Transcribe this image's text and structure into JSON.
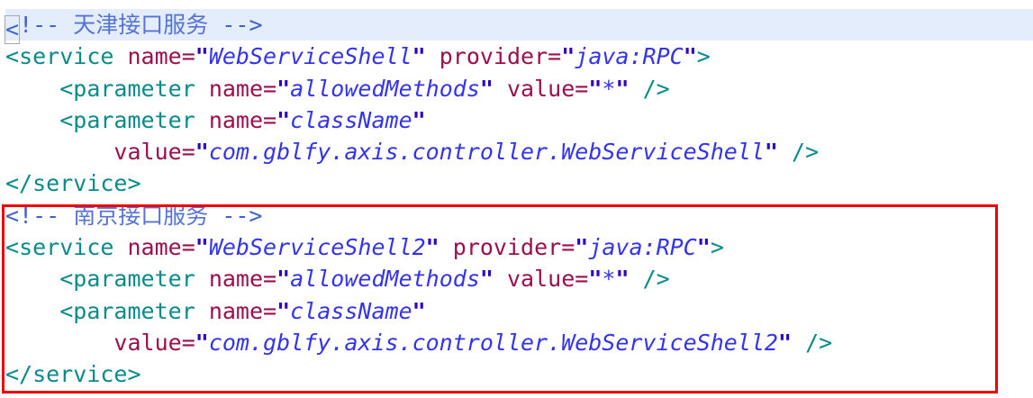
{
  "editor": {
    "language": "xml",
    "highlight_color": "#e4edfb",
    "annotation_color": "#ee0000",
    "colors": {
      "comment": "#3f5fd0",
      "tag": "#0a8a8a",
      "attribute": "#9b0f4f",
      "quote": "#2b00c8",
      "value": "#3333ee",
      "line_highlight": "#e4edfb",
      "annotation_border": "#ee0000",
      "bracket_match_border": "#a8a8a8"
    },
    "lines": [
      {
        "n": 1,
        "highlighted": true,
        "in_annotation": false,
        "text": "<!-- 天津接口服务 -->",
        "tokens": [
          {
            "t": "bracket",
            "v": "<"
          },
          {
            "t": "comment",
            "v": "!-- "
          },
          {
            "t": "comment-cn",
            "v": "天津接口服务"
          },
          {
            "t": "comment",
            "v": " -->"
          }
        ]
      },
      {
        "n": 2,
        "highlighted": false,
        "in_annotation": false,
        "text": "<service name=\"WebServiceShell\" provider=\"java:RPC\">",
        "tokens": [
          {
            "t": "punct",
            "v": "<"
          },
          {
            "t": "tag",
            "v": "service"
          },
          {
            "t": "plain",
            "v": " "
          },
          {
            "t": "attr",
            "v": "name"
          },
          {
            "t": "eq",
            "v": "="
          },
          {
            "t": "quote",
            "v": "\""
          },
          {
            "t": "value",
            "v": "WebServiceShell"
          },
          {
            "t": "quote",
            "v": "\""
          },
          {
            "t": "plain",
            "v": " "
          },
          {
            "t": "attr",
            "v": "provider"
          },
          {
            "t": "eq",
            "v": "="
          },
          {
            "t": "quote",
            "v": "\""
          },
          {
            "t": "value",
            "v": "java:RPC"
          },
          {
            "t": "quote",
            "v": "\""
          },
          {
            "t": "punct",
            "v": ">"
          }
        ]
      },
      {
        "n": 3,
        "highlighted": false,
        "in_annotation": false,
        "text": "    <parameter name=\"allowedMethods\" value=\"*\" />",
        "tokens": [
          {
            "t": "plain",
            "v": "    "
          },
          {
            "t": "punct",
            "v": "<"
          },
          {
            "t": "tag",
            "v": "parameter"
          },
          {
            "t": "plain",
            "v": " "
          },
          {
            "t": "attr",
            "v": "name"
          },
          {
            "t": "eq",
            "v": "="
          },
          {
            "t": "quote",
            "v": "\""
          },
          {
            "t": "value",
            "v": "allowedMethods"
          },
          {
            "t": "quote",
            "v": "\""
          },
          {
            "t": "plain",
            "v": " "
          },
          {
            "t": "attr",
            "v": "value"
          },
          {
            "t": "eq",
            "v": "="
          },
          {
            "t": "quote",
            "v": "\""
          },
          {
            "t": "value",
            "v": "*"
          },
          {
            "t": "quote",
            "v": "\""
          },
          {
            "t": "plain",
            "v": " "
          },
          {
            "t": "punct",
            "v": "/>"
          }
        ]
      },
      {
        "n": 4,
        "highlighted": false,
        "in_annotation": false,
        "text": "    <parameter name=\"className\"",
        "tokens": [
          {
            "t": "plain",
            "v": "    "
          },
          {
            "t": "punct",
            "v": "<"
          },
          {
            "t": "tag",
            "v": "parameter"
          },
          {
            "t": "plain",
            "v": " "
          },
          {
            "t": "attr",
            "v": "name"
          },
          {
            "t": "eq",
            "v": "="
          },
          {
            "t": "quote",
            "v": "\""
          },
          {
            "t": "value",
            "v": "className"
          },
          {
            "t": "quote",
            "v": "\""
          }
        ]
      },
      {
        "n": 5,
        "highlighted": false,
        "in_annotation": false,
        "text": "        value=\"com.gblfy.axis.controller.WebServiceShell\" />",
        "tokens": [
          {
            "t": "plain",
            "v": "        "
          },
          {
            "t": "attr",
            "v": "value"
          },
          {
            "t": "eq",
            "v": "="
          },
          {
            "t": "quote",
            "v": "\""
          },
          {
            "t": "value",
            "v": "com.gblfy.axis.controller.WebServiceShell"
          },
          {
            "t": "quote",
            "v": "\""
          },
          {
            "t": "plain",
            "v": " "
          },
          {
            "t": "punct",
            "v": "/>"
          }
        ]
      },
      {
        "n": 6,
        "highlighted": false,
        "in_annotation": false,
        "text": "</service>",
        "tokens": [
          {
            "t": "punct",
            "v": "</"
          },
          {
            "t": "tag",
            "v": "service"
          },
          {
            "t": "punct",
            "v": ">"
          }
        ]
      },
      {
        "n": 7,
        "highlighted": false,
        "in_annotation": true,
        "text": "<!-- 南京接口服务 -->",
        "tokens": [
          {
            "t": "comment",
            "v": "<!-- "
          },
          {
            "t": "comment-cn",
            "v": "南京接口服务"
          },
          {
            "t": "comment",
            "v": " -->"
          }
        ]
      },
      {
        "n": 8,
        "highlighted": false,
        "in_annotation": true,
        "text": "<service name=\"WebServiceShell2\" provider=\"java:RPC\">",
        "tokens": [
          {
            "t": "punct",
            "v": "<"
          },
          {
            "t": "tag",
            "v": "service"
          },
          {
            "t": "plain",
            "v": " "
          },
          {
            "t": "attr",
            "v": "name"
          },
          {
            "t": "eq",
            "v": "="
          },
          {
            "t": "quote",
            "v": "\""
          },
          {
            "t": "value",
            "v": "WebServiceShell2"
          },
          {
            "t": "quote",
            "v": "\""
          },
          {
            "t": "plain",
            "v": " "
          },
          {
            "t": "attr",
            "v": "provider"
          },
          {
            "t": "eq",
            "v": "="
          },
          {
            "t": "quote",
            "v": "\""
          },
          {
            "t": "value",
            "v": "java:RPC"
          },
          {
            "t": "quote",
            "v": "\""
          },
          {
            "t": "punct",
            "v": ">"
          }
        ]
      },
      {
        "n": 9,
        "highlighted": false,
        "in_annotation": true,
        "text": "    <parameter name=\"allowedMethods\" value=\"*\" />",
        "tokens": [
          {
            "t": "plain",
            "v": "    "
          },
          {
            "t": "punct",
            "v": "<"
          },
          {
            "t": "tag",
            "v": "parameter"
          },
          {
            "t": "plain",
            "v": " "
          },
          {
            "t": "attr",
            "v": "name"
          },
          {
            "t": "eq",
            "v": "="
          },
          {
            "t": "quote",
            "v": "\""
          },
          {
            "t": "value",
            "v": "allowedMethods"
          },
          {
            "t": "quote",
            "v": "\""
          },
          {
            "t": "plain",
            "v": " "
          },
          {
            "t": "attr",
            "v": "value"
          },
          {
            "t": "eq",
            "v": "="
          },
          {
            "t": "quote",
            "v": "\""
          },
          {
            "t": "value",
            "v": "*"
          },
          {
            "t": "quote",
            "v": "\""
          },
          {
            "t": "plain",
            "v": " "
          },
          {
            "t": "punct",
            "v": "/>"
          }
        ]
      },
      {
        "n": 10,
        "highlighted": false,
        "in_annotation": true,
        "text": "    <parameter name=\"className\"",
        "tokens": [
          {
            "t": "plain",
            "v": "    "
          },
          {
            "t": "punct",
            "v": "<"
          },
          {
            "t": "tag",
            "v": "parameter"
          },
          {
            "t": "plain",
            "v": " "
          },
          {
            "t": "attr",
            "v": "name"
          },
          {
            "t": "eq",
            "v": "="
          },
          {
            "t": "quote",
            "v": "\""
          },
          {
            "t": "value",
            "v": "className"
          },
          {
            "t": "quote",
            "v": "\""
          }
        ]
      },
      {
        "n": 11,
        "highlighted": false,
        "in_annotation": true,
        "text": "        value=\"com.gblfy.axis.controller.WebServiceShell2\" />",
        "tokens": [
          {
            "t": "plain",
            "v": "        "
          },
          {
            "t": "attr",
            "v": "value"
          },
          {
            "t": "eq",
            "v": "="
          },
          {
            "t": "quote",
            "v": "\""
          },
          {
            "t": "value",
            "v": "com.gblfy.axis.controller.WebServiceShell2"
          },
          {
            "t": "quote",
            "v": "\""
          },
          {
            "t": "plain",
            "v": " "
          },
          {
            "t": "punct",
            "v": "/>"
          }
        ]
      },
      {
        "n": 12,
        "highlighted": false,
        "in_annotation": true,
        "text": "</service>",
        "tokens": [
          {
            "t": "punct",
            "v": "</"
          },
          {
            "t": "tag",
            "v": "service"
          },
          {
            "t": "punct",
            "v": ">"
          }
        ]
      }
    ]
  }
}
